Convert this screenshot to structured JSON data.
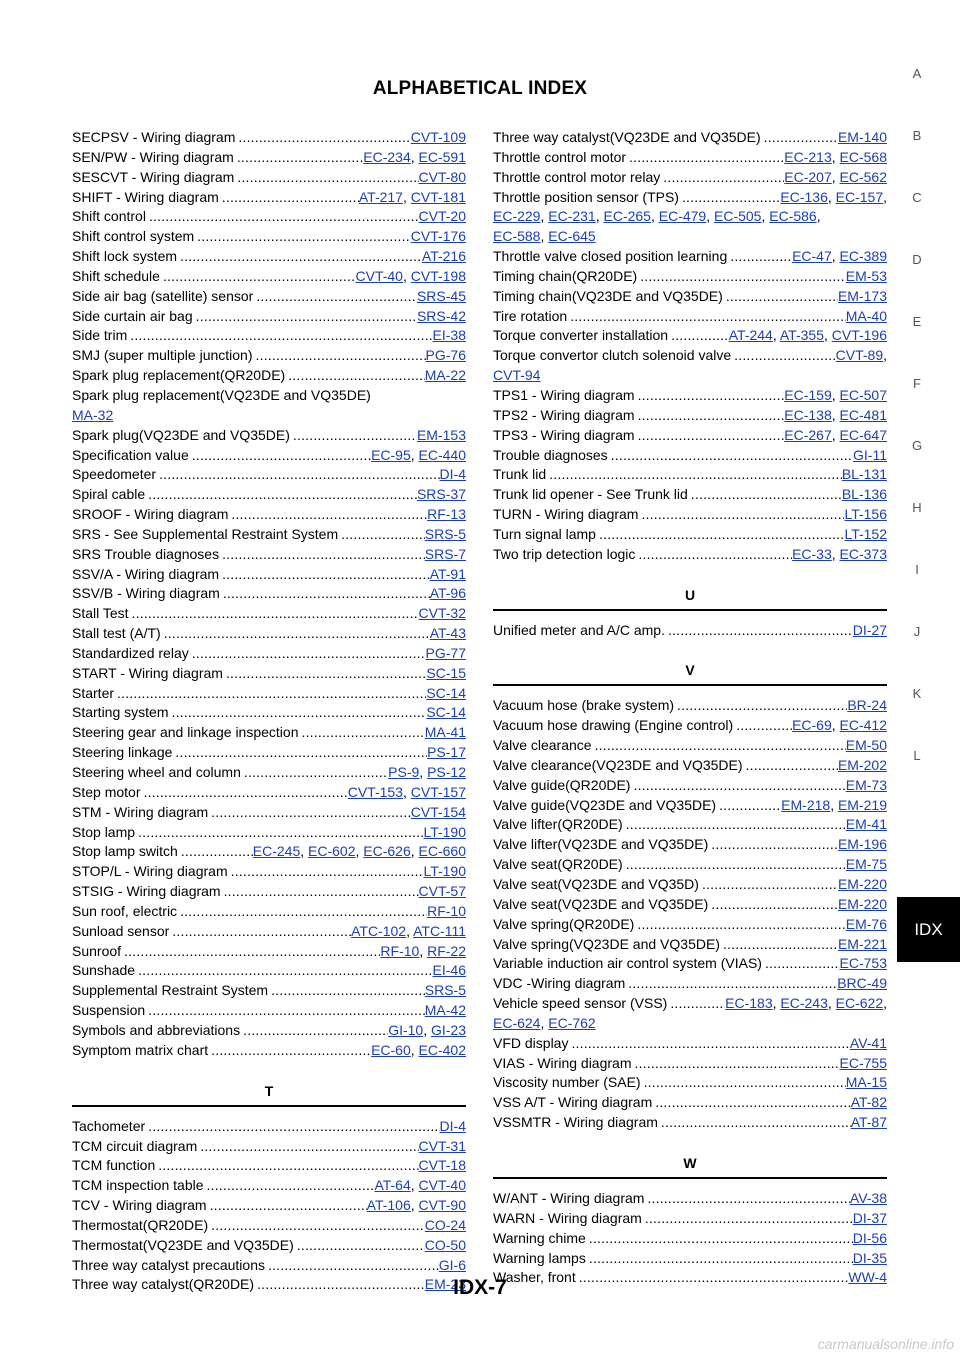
{
  "title": "ALPHABETICAL INDEX",
  "page_number": "IDX-7",
  "side_letters": [
    "A",
    "B",
    "C",
    "D",
    "E",
    "F",
    "G",
    "H",
    "I",
    "J",
    "K",
    "L"
  ],
  "side_tab": "IDX",
  "watermark": "carmanualsonline.info",
  "left_items": [
    {
      "t": "entry",
      "label": "SECPSV - Wiring diagram",
      "refs": [
        "CVT-109"
      ]
    },
    {
      "t": "entry",
      "label": "SEN/PW - Wiring diagram",
      "refs": [
        "EC-234",
        "EC-591"
      ]
    },
    {
      "t": "entry",
      "label": "SESCVT - Wiring diagram",
      "refs": [
        "CVT-80"
      ]
    },
    {
      "t": "entry",
      "label": "SHIFT - Wiring diagram",
      "refs": [
        "AT-217",
        "CVT-181"
      ]
    },
    {
      "t": "entry",
      "label": "Shift control",
      "refs": [
        "CVT-20"
      ]
    },
    {
      "t": "entry",
      "label": "Shift control system",
      "refs": [
        "CVT-176"
      ]
    },
    {
      "t": "entry",
      "label": "Shift lock system",
      "refs": [
        "AT-216"
      ]
    },
    {
      "t": "entry",
      "label": "Shift schedule",
      "refs": [
        "CVT-40",
        "CVT-198"
      ]
    },
    {
      "t": "entry",
      "label": "Side air bag (satellite) sensor",
      "refs": [
        "SRS-45"
      ]
    },
    {
      "t": "entry",
      "label": "Side curtain air bag",
      "refs": [
        "SRS-42"
      ]
    },
    {
      "t": "entry",
      "label": "Side trim",
      "refs": [
        "EI-38"
      ]
    },
    {
      "t": "entry",
      "label": "SMJ (super multiple junction)",
      "refs": [
        "PG-76"
      ]
    },
    {
      "t": "entry",
      "label": "Spark plug replacement(QR20DE)",
      "refs": [
        "MA-22"
      ]
    },
    {
      "t": "wrap",
      "label": "Spark plug replacement(VQ23DE and VQ35DE)",
      "cont": [
        "MA-32"
      ]
    },
    {
      "t": "entry",
      "label": "Spark plug(VQ23DE and VQ35DE)",
      "refs": [
        "EM-153"
      ]
    },
    {
      "t": "entry",
      "label": "Specification value",
      "refs": [
        "EC-95",
        "EC-440"
      ]
    },
    {
      "t": "entry",
      "label": "Speedometer",
      "refs": [
        "DI-4"
      ]
    },
    {
      "t": "entry",
      "label": "Spiral cable",
      "refs": [
        "SRS-37"
      ]
    },
    {
      "t": "entry",
      "label": "SROOF - Wiring diagram",
      "refs": [
        "RF-13"
      ]
    },
    {
      "t": "entry",
      "label": "SRS - See Supplemental Restraint System",
      "refs": [
        "SRS-5"
      ]
    },
    {
      "t": "entry",
      "label": "SRS Trouble diagnoses",
      "refs": [
        "SRS-7"
      ]
    },
    {
      "t": "entry",
      "label": "SSV/A - Wiring diagram",
      "refs": [
        "AT-91"
      ]
    },
    {
      "t": "entry",
      "label": "SSV/B - Wiring diagram",
      "refs": [
        "AT-96"
      ]
    },
    {
      "t": "entry",
      "label": "Stall Test",
      "refs": [
        "CVT-32"
      ]
    },
    {
      "t": "entry",
      "label": "Stall test (A/T)",
      "refs": [
        "AT-43"
      ]
    },
    {
      "t": "entry",
      "label": "Standardized relay",
      "refs": [
        "PG-77"
      ]
    },
    {
      "t": "entry",
      "label": "START - Wiring diagram",
      "refs": [
        "SC-15"
      ]
    },
    {
      "t": "entry",
      "label": "Starter",
      "refs": [
        "SC-14"
      ]
    },
    {
      "t": "entry",
      "label": "Starting system",
      "refs": [
        "SC-14"
      ]
    },
    {
      "t": "entry",
      "label": "Steering gear and linkage inspection",
      "refs": [
        "MA-41"
      ]
    },
    {
      "t": "entry",
      "label": "Steering linkage",
      "refs": [
        "PS-17"
      ]
    },
    {
      "t": "entry",
      "label": "Steering wheel and column",
      "refs": [
        "PS-9",
        "PS-12"
      ]
    },
    {
      "t": "entry",
      "label": "Step motor",
      "refs": [
        "CVT-153",
        "CVT-157"
      ]
    },
    {
      "t": "entry",
      "label": "STM - Wiring diagram",
      "refs": [
        "CVT-154"
      ]
    },
    {
      "t": "entry",
      "label": "Stop lamp",
      "refs": [
        "LT-190"
      ]
    },
    {
      "t": "entry",
      "label": "Stop lamp switch",
      "refs": [
        "EC-245",
        "EC-602",
        "EC-626",
        "EC-660"
      ]
    },
    {
      "t": "entry",
      "label": "STOP/L - Wiring diagram",
      "refs": [
        "LT-190"
      ]
    },
    {
      "t": "entry",
      "label": "STSIG - Wiring diagram",
      "refs": [
        "CVT-57"
      ]
    },
    {
      "t": "entry",
      "label": "Sun roof, electric",
      "refs": [
        "RF-10"
      ]
    },
    {
      "t": "entry",
      "label": "Sunload sensor",
      "refs": [
        "ATC-102",
        "ATC-111"
      ]
    },
    {
      "t": "entry",
      "label": "Sunroof",
      "refs": [
        "RF-10",
        "RF-22"
      ]
    },
    {
      "t": "entry",
      "label": "Sunshade",
      "refs": [
        "EI-46"
      ]
    },
    {
      "t": "entry",
      "label": "Supplemental Restraint System",
      "refs": [
        "SRS-5"
      ]
    },
    {
      "t": "entry",
      "label": "Suspension",
      "refs": [
        "MA-42"
      ]
    },
    {
      "t": "entry",
      "label": "Symbols and abbreviations",
      "refs": [
        "GI-10",
        "GI-23"
      ]
    },
    {
      "t": "entry",
      "label": "Symptom matrix chart",
      "refs": [
        "EC-60",
        "EC-402"
      ]
    },
    {
      "t": "gap"
    },
    {
      "t": "head",
      "label": "T"
    },
    {
      "t": "entry",
      "label": "Tachometer",
      "refs": [
        "DI-4"
      ]
    },
    {
      "t": "entry",
      "label": "TCM circuit diagram",
      "refs": [
        "CVT-31"
      ]
    },
    {
      "t": "entry",
      "label": "TCM function",
      "refs": [
        "CVT-18"
      ]
    },
    {
      "t": "entry",
      "label": "TCM inspection table",
      "refs": [
        "AT-64",
        "CVT-40"
      ]
    },
    {
      "t": "entry",
      "label": "TCV - Wiring diagram",
      "refs": [
        "AT-106",
        "CVT-90"
      ]
    },
    {
      "t": "entry",
      "label": "Thermostat(QR20DE)",
      "refs": [
        "CO-24"
      ]
    },
    {
      "t": "entry",
      "label": "Thermostat(VQ23DE and VQ35DE)",
      "refs": [
        "CO-50"
      ]
    },
    {
      "t": "entry",
      "label": "Three way catalyst precautions",
      "refs": [
        "GI-6"
      ]
    },
    {
      "t": "entry",
      "label": "Three way catalyst(QR20DE)",
      "refs": [
        "EM-23"
      ]
    }
  ],
  "right_items": [
    {
      "t": "entry",
      "label": "Three way catalyst(VQ23DE and VQ35DE)",
      "refs": [
        "EM-140"
      ]
    },
    {
      "t": "entry",
      "label": "Throttle control motor",
      "refs": [
        "EC-213",
        "EC-568"
      ]
    },
    {
      "t": "entry",
      "label": "Throttle control motor relay",
      "refs": [
        "EC-207",
        "EC-562"
      ]
    },
    {
      "t": "wrap",
      "label": "Throttle position sensor (TPS)",
      "refs": [
        "EC-136",
        "EC-157"
      ],
      "cont": [
        "EC-229",
        "EC-231",
        "EC-265",
        "EC-479",
        "EC-505",
        "EC-586"
      ],
      "cont2": [
        "EC-588",
        "EC-645"
      ]
    },
    {
      "t": "entry",
      "label": "Throttle valve closed position learning",
      "refs": [
        "EC-47",
        "EC-389"
      ]
    },
    {
      "t": "entry",
      "label": "Timing chain(QR20DE)",
      "refs": [
        "EM-53"
      ]
    },
    {
      "t": "entry",
      "label": "Timing chain(VQ23DE and VQ35DE)",
      "refs": [
        "EM-173"
      ]
    },
    {
      "t": "entry",
      "label": "Tire rotation",
      "refs": [
        "MA-40"
      ]
    },
    {
      "t": "entry",
      "label": "Torque converter installation",
      "refs": [
        "AT-244",
        "AT-355",
        "CVT-196"
      ]
    },
    {
      "t": "wrap",
      "label": "Torque convertor clutch solenoid valve",
      "refs": [
        "CVT-89"
      ],
      "cont": [
        "CVT-94"
      ]
    },
    {
      "t": "entry",
      "label": "TPS1 - Wiring diagram",
      "refs": [
        "EC-159",
        "EC-507"
      ]
    },
    {
      "t": "entry",
      "label": "TPS2 - Wiring diagram",
      "refs": [
        "EC-138",
        "EC-481"
      ]
    },
    {
      "t": "entry",
      "label": "TPS3 - Wiring diagram",
      "refs": [
        "EC-267",
        "EC-647"
      ]
    },
    {
      "t": "entry",
      "label": "Trouble diagnoses",
      "refs": [
        "GI-11"
      ]
    },
    {
      "t": "entry",
      "label": "Trunk lid",
      "refs": [
        "BL-131"
      ]
    },
    {
      "t": "entry",
      "label": "Trunk lid opener - See Trunk lid",
      "refs": [
        "BL-136"
      ]
    },
    {
      "t": "entry",
      "label": "TURN - Wiring diagram",
      "refs": [
        "LT-156"
      ]
    },
    {
      "t": "entry",
      "label": "Turn signal lamp",
      "refs": [
        "LT-152"
      ]
    },
    {
      "t": "entry",
      "label": "Two trip detection logic",
      "refs": [
        "EC-33",
        "EC-373"
      ]
    },
    {
      "t": "gap"
    },
    {
      "t": "head",
      "label": "U"
    },
    {
      "t": "entry",
      "label": "Unified meter and A/C amp.",
      "refs": [
        "DI-27"
      ]
    },
    {
      "t": "gap"
    },
    {
      "t": "head",
      "label": "V"
    },
    {
      "t": "entry",
      "label": "Vacuum hose (brake system)",
      "refs": [
        "BR-24"
      ]
    },
    {
      "t": "entry",
      "label": "Vacuum hose drawing (Engine control)",
      "refs": [
        "EC-69",
        "EC-412"
      ]
    },
    {
      "t": "entry",
      "label": "Valve clearance",
      "refs": [
        "EM-50"
      ]
    },
    {
      "t": "entry",
      "label": "Valve clearance(VQ23DE and VQ35DE)",
      "refs": [
        "EM-202"
      ]
    },
    {
      "t": "entry",
      "label": "Valve guide(QR20DE)",
      "refs": [
        "EM-73"
      ]
    },
    {
      "t": "entry",
      "label": "Valve guide(VQ23DE and VQ35DE)",
      "refs": [
        "EM-218",
        "EM-219"
      ]
    },
    {
      "t": "entry",
      "label": "Valve lifter(QR20DE)",
      "refs": [
        "EM-41"
      ]
    },
    {
      "t": "entry",
      "label": "Valve lifter(VQ23DE and VQ35DE)",
      "refs": [
        "EM-196"
      ]
    },
    {
      "t": "entry",
      "label": "Valve seat(QR20DE)",
      "refs": [
        "EM-75"
      ]
    },
    {
      "t": "entry",
      "label": "Valve seat(VQ23DE and VQ35D)",
      "refs": [
        "EM-220"
      ]
    },
    {
      "t": "entry",
      "label": "Valve seat(VQ23DE and VQ35DE)",
      "refs": [
        "EM-220"
      ]
    },
    {
      "t": "entry",
      "label": "Valve spring(QR20DE)",
      "refs": [
        "EM-76"
      ]
    },
    {
      "t": "entry",
      "label": "Valve spring(VQ23DE and VQ35DE)",
      "refs": [
        "EM-221"
      ]
    },
    {
      "t": "entry",
      "label": "Variable induction air control system (VIAS)",
      "refs": [
        "EC-753"
      ]
    },
    {
      "t": "entry",
      "label": "VDC -Wiring diagram",
      "refs": [
        "BRC-49"
      ]
    },
    {
      "t": "wrap",
      "label": "Vehicle speed sensor (VSS)",
      "refs": [
        "EC-183",
        "EC-243",
        "EC-622"
      ],
      "cont": [
        "EC-624",
        "EC-762"
      ]
    },
    {
      "t": "entry",
      "label": "VFD display",
      "refs": [
        "AV-41"
      ]
    },
    {
      "t": "entry",
      "label": "VIAS - Wiring diagram",
      "refs": [
        "EC-755"
      ]
    },
    {
      "t": "entry",
      "label": "Viscosity number (SAE)",
      "refs": [
        "MA-15"
      ]
    },
    {
      "t": "entry",
      "label": "VSS A/T - Wiring diagram",
      "refs": [
        "AT-82"
      ]
    },
    {
      "t": "entry",
      "label": "VSSMTR - Wiring diagram",
      "refs": [
        "AT-87"
      ]
    },
    {
      "t": "gap"
    },
    {
      "t": "head",
      "label": "W"
    },
    {
      "t": "entry",
      "label": "W/ANT - Wiring diagram",
      "refs": [
        "AV-38"
      ]
    },
    {
      "t": "entry",
      "label": "WARN - Wiring diagram",
      "refs": [
        "DI-37"
      ]
    },
    {
      "t": "entry",
      "label": "Warning chime",
      "refs": [
        "DI-56"
      ]
    },
    {
      "t": "entry",
      "label": "Warning lamps",
      "refs": [
        "DI-35"
      ]
    },
    {
      "t": "entry",
      "label": "Washer, front",
      "refs": [
        "WW-4"
      ]
    }
  ]
}
